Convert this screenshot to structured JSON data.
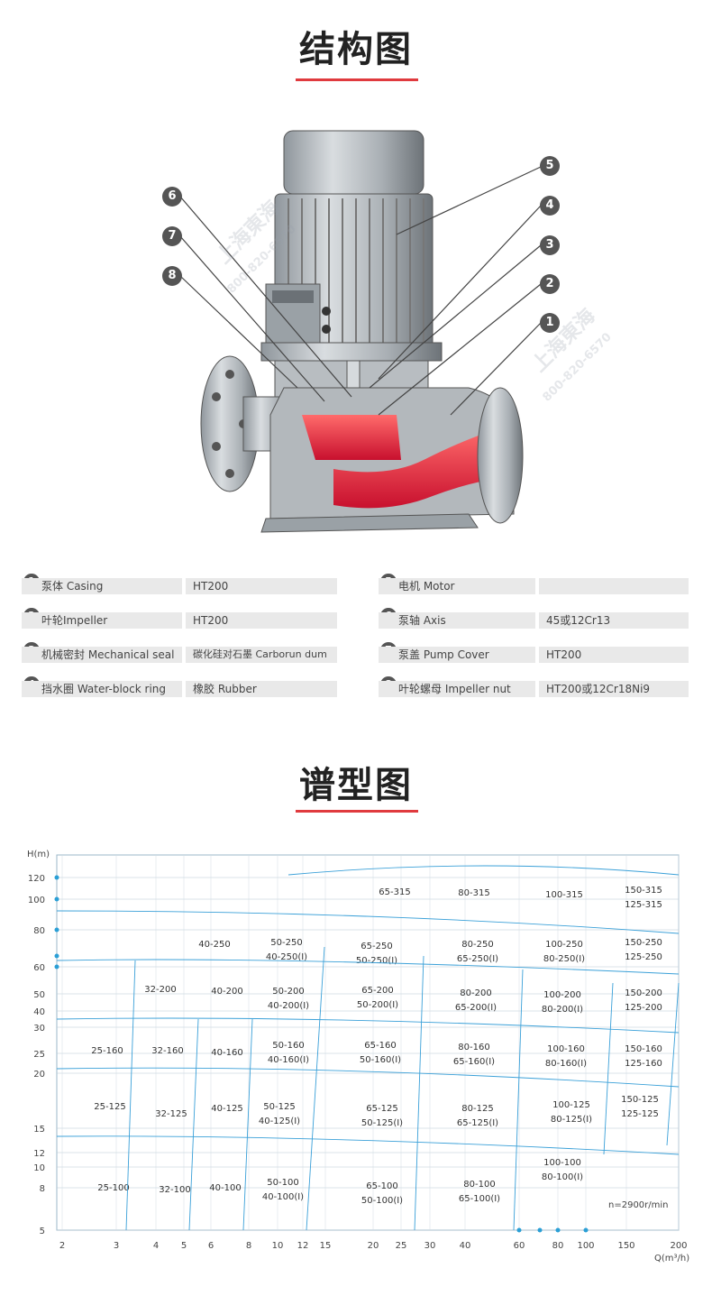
{
  "structure_section": {
    "title": "结构图"
  },
  "parts": [
    {
      "no": "1",
      "name": "泵体 Casing",
      "material": "HT200"
    },
    {
      "no": "2",
      "name": "叶轮Impeller",
      "material": "HT200"
    },
    {
      "no": "3",
      "name": "机械密封 Mechanical seal",
      "material": "碳化硅对石墨 Carborun dum"
    },
    {
      "no": "4",
      "name": "挡水圈 Water-block ring",
      "material": "橡胶 Rubber"
    },
    {
      "no": "5",
      "name": "电机 Motor",
      "material": ""
    },
    {
      "no": "6",
      "name": "泵轴 Axis",
      "material": "45或12Cr13"
    },
    {
      "no": "7",
      "name": "泵盖 Pump Cover",
      "material": "HT200"
    },
    {
      "no": "8",
      "name": "叶轮螺母 Impeller nut",
      "material": "HT200或12Cr18Ni9"
    }
  ],
  "callouts": [
    "5",
    "4",
    "3",
    "2",
    "1",
    "6",
    "7",
    "8"
  ],
  "watermark": {
    "brand": "上海東海",
    "phone": "800-820-6570"
  },
  "spectrum_section": {
    "title": "谱型图"
  },
  "chart_data": {
    "type": "diagram",
    "ylabel": "H(m)",
    "xlabel": "Q(m³/h)",
    "y_ticks": [
      "120",
      "100",
      "80",
      "60",
      "50",
      "40",
      "30",
      "25",
      "20",
      "15",
      "12",
      "10",
      "8",
      "5"
    ],
    "x_ticks": [
      "2",
      "3",
      "4",
      "5",
      "6",
      "8",
      "10",
      "12",
      "15",
      "20",
      "25",
      "30",
      "40",
      "60",
      "80",
      "100",
      "150",
      "200"
    ],
    "note": "n=2900r/min",
    "regions": [
      {
        "lines": [
          "65-315"
        ]
      },
      {
        "lines": [
          "80-315"
        ]
      },
      {
        "lines": [
          "100-315"
        ]
      },
      {
        "lines": [
          "150-315",
          "125-315"
        ]
      },
      {
        "lines": [
          "40-250"
        ]
      },
      {
        "lines": [
          "50-250",
          "40-250(I)"
        ]
      },
      {
        "lines": [
          "65-250",
          "50-250(I)"
        ]
      },
      {
        "lines": [
          "80-250",
          "65-250(I)"
        ]
      },
      {
        "lines": [
          "100-250",
          "80-250(I)"
        ]
      },
      {
        "lines": [
          "150-250",
          "125-250"
        ]
      },
      {
        "lines": [
          "32-200"
        ]
      },
      {
        "lines": [
          "40-200"
        ]
      },
      {
        "lines": [
          "50-200",
          "40-200(I)"
        ]
      },
      {
        "lines": [
          "65-200",
          "50-200(I)"
        ]
      },
      {
        "lines": [
          "80-200",
          "65-200(I)"
        ]
      },
      {
        "lines": [
          "100-200",
          "80-200(I)"
        ]
      },
      {
        "lines": [
          "150-200",
          "125-200"
        ]
      },
      {
        "lines": [
          "25-160"
        ]
      },
      {
        "lines": [
          "32-160"
        ]
      },
      {
        "lines": [
          "40-160"
        ]
      },
      {
        "lines": [
          "50-160",
          "40-160(I)"
        ]
      },
      {
        "lines": [
          "65-160",
          "50-160(I)"
        ]
      },
      {
        "lines": [
          "80-160",
          "65-160(I)"
        ]
      },
      {
        "lines": [
          "100-160",
          "80-160(I)"
        ]
      },
      {
        "lines": [
          "150-160",
          "125-160"
        ]
      },
      {
        "lines": [
          "25-125"
        ]
      },
      {
        "lines": [
          "32-125"
        ]
      },
      {
        "lines": [
          "40-125"
        ]
      },
      {
        "lines": [
          "50-125",
          "40-125(I)"
        ]
      },
      {
        "lines": [
          "65-125",
          "50-125(I)"
        ]
      },
      {
        "lines": [
          "80-125",
          "65-125(I)"
        ]
      },
      {
        "lines": [
          "100-125",
          "80-125(I)"
        ]
      },
      {
        "lines": [
          "150-125",
          "125-125"
        ]
      },
      {
        "lines": [
          "25-100"
        ]
      },
      {
        "lines": [
          "32-100"
        ]
      },
      {
        "lines": [
          "40-100"
        ]
      },
      {
        "lines": [
          "50-100",
          "40-100(I)"
        ]
      },
      {
        "lines": [
          "65-100",
          "50-100(I)"
        ]
      },
      {
        "lines": [
          "80-100",
          "65-100(I)"
        ]
      },
      {
        "lines": [
          "100-100",
          "80-100(I)"
        ]
      }
    ]
  }
}
